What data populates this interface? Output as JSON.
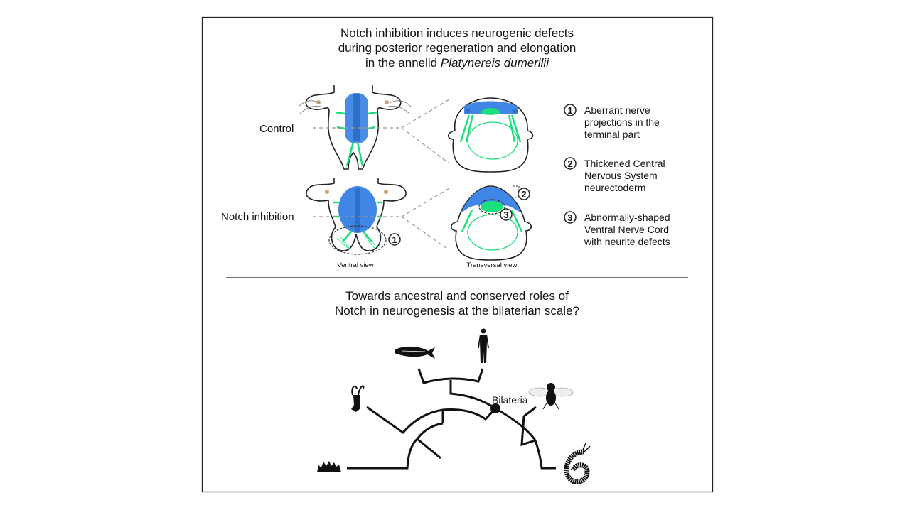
{
  "top_panel": {
    "title_lines": [
      "Notch inhibition induces neurogenic defects",
      "during posterior regeneration and elongation",
      "in the annelid "
    ],
    "title_species": "Platynereis dumerilii",
    "row_labels": {
      "control": "Control",
      "notch": "Notch inhibition"
    },
    "view_labels": {
      "ventral": "Ventral view",
      "transversal": "Transversal view"
    },
    "findings": [
      {
        "number": "1",
        "lines": [
          "Aberrant nerve",
          "projections in the",
          "terminal part"
        ]
      },
      {
        "number": "2",
        "lines": [
          "Thickened Central",
          "Nervous System",
          "neurectoderm"
        ]
      },
      {
        "number": "3",
        "lines": [
          "Abnormally-shaped",
          "Ventral Nerve Cord",
          "with neurite defects"
        ]
      }
    ]
  },
  "bottom_panel": {
    "title_lines": [
      "Towards ancestral and conserved roles of",
      "Notch in neurogenesis at the bilaterian scale?"
    ],
    "node_label": "Bilateria",
    "taxa_icons": [
      "sponge-icon",
      "cnidarian-icon",
      "fish-icon",
      "human-icon",
      "fly-icon",
      "annelid-worm-icon"
    ]
  },
  "colors": {
    "neuroectoderm": "#3f86e6",
    "nerves": "#19e07a",
    "eye": "#c8a57a"
  }
}
